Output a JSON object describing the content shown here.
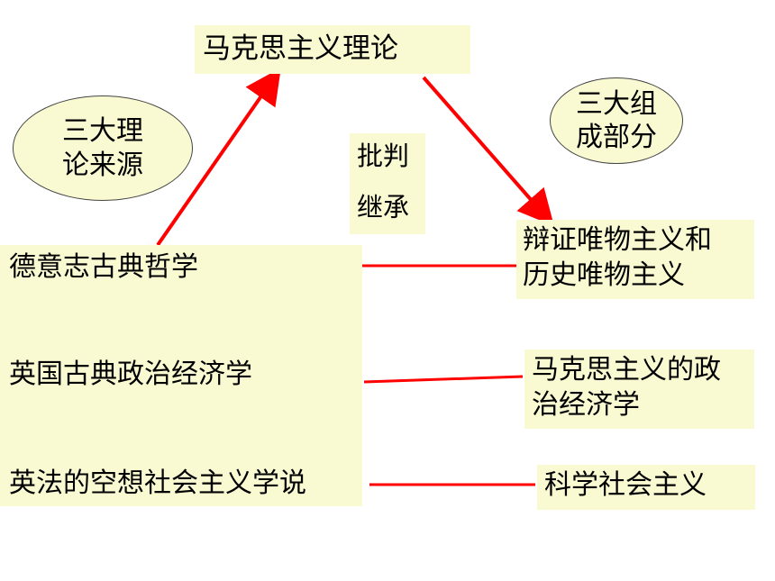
{
  "title": "马克思主义理论",
  "sources_oval": [
    "三大理",
    "论来源"
  ],
  "components_oval": [
    "三大组",
    "成部分"
  ],
  "relations": [
    "批判",
    "继承"
  ],
  "sources": [
    "德意志古典哲学",
    "英国古典政治经济学",
    "英法的空想社会主义学说"
  ],
  "components": [
    [
      "辩证唯物主义和",
      "历史唯物主义"
    ],
    [
      "马克思主义的政",
      "治经济学"
    ],
    [
      "科学社会主义"
    ]
  ],
  "colors": {
    "box_bg": "#fafad2",
    "arrow": "#ff0000"
  }
}
